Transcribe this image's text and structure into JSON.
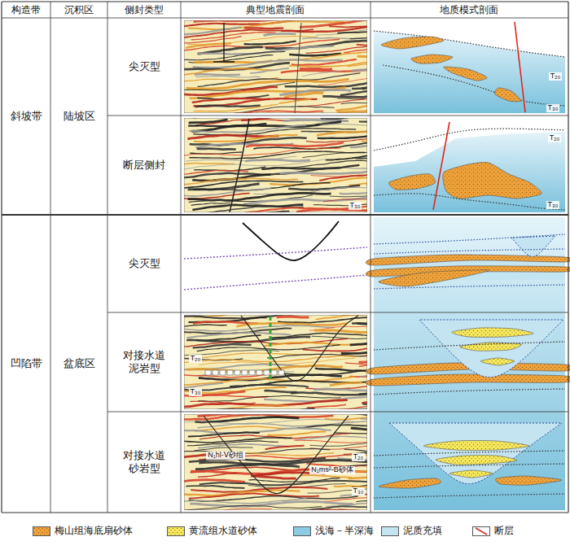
{
  "diagram": {
    "labels": [
      "构造带",
      "沉积区",
      "侧封类型",
      "典型地震剖面",
      "地质模式剖面",
      "斜坡带",
      "陆坡区",
      "尖灭型",
      "断层侧封",
      "凹陷带",
      "盆底区",
      "尖灭型",
      "对接水道泥岩型",
      "对接水道砂岩型",
      "T₂₀",
      "T₃₀",
      "T₃₀",
      "T₂₀",
      "T₃₀",
      "T₂₀",
      "T₃₀",
      "N₁hl-Ⅴ砂组",
      "N₁ms²-B砂体",
      "T₂₀",
      "T₃₀"
    ],
    "legend": [
      {
        "text": "梅山组海底扇砂体",
        "color": "#f0a23a"
      },
      {
        "text": "黄流组水道砂体",
        "color": "#f6e85c"
      },
      {
        "text": "浅海－半深海",
        "color": "#8ccbe2"
      },
      {
        "text": "泥质充填",
        "color": "#c4e4f1"
      },
      {
        "text": "断层"
      }
    ]
  }
}
